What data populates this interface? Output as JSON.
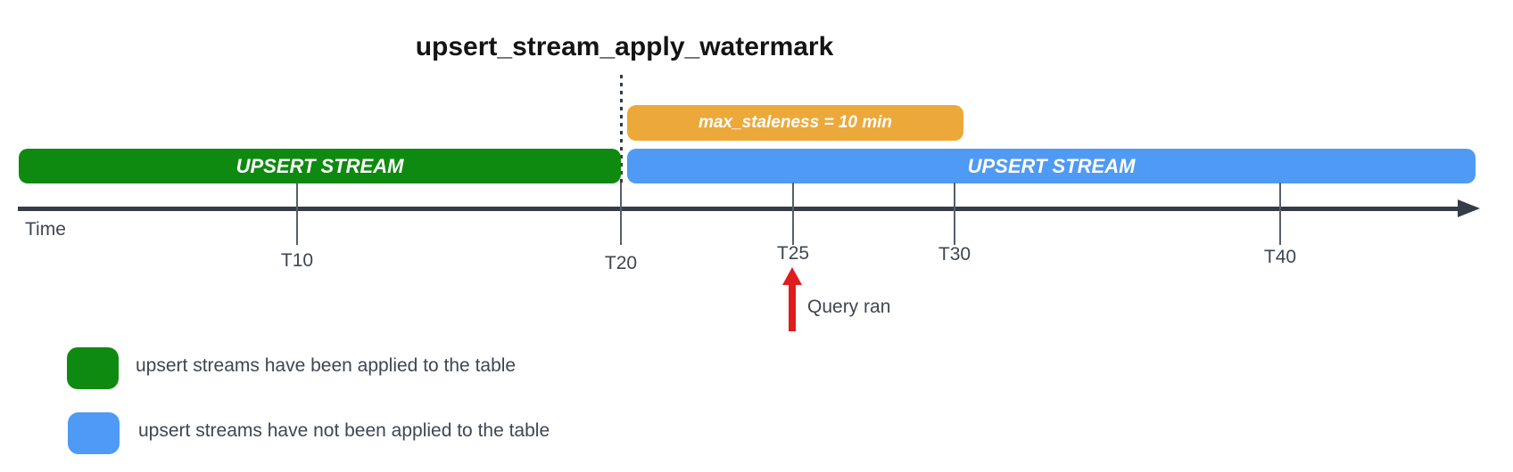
{
  "title": "upsert_stream_apply_watermark",
  "colors": {
    "applied_green": "#0f8a10",
    "pending_blue": "#4f9af4",
    "staleness_orange": "#eca93a",
    "axis_dark": "#343c47",
    "tick_gray": "#565f6a",
    "label_text": "#3f4651",
    "query_arrow_red": "#e01c1c"
  },
  "bars": {
    "applied": {
      "label": "UPSERT STREAM"
    },
    "pending": {
      "label": "UPSERT STREAM"
    },
    "staleness": {
      "label": "max_staleness = 10 min"
    }
  },
  "timeline": {
    "axis_label": "Time",
    "ticks": [
      {
        "label": "T10"
      },
      {
        "label": "T20"
      },
      {
        "label": "T25"
      },
      {
        "label": "T30"
      },
      {
        "label": "T40"
      }
    ]
  },
  "annotations": {
    "query_ran": {
      "label": "Query ran"
    }
  },
  "legend": {
    "items": [
      {
        "label": "upsert streams have been applied to the table",
        "swatch_color": "#0f8a10"
      },
      {
        "label": "upsert streams have not been applied to the table",
        "swatch_color": "#4f9af4"
      }
    ]
  }
}
